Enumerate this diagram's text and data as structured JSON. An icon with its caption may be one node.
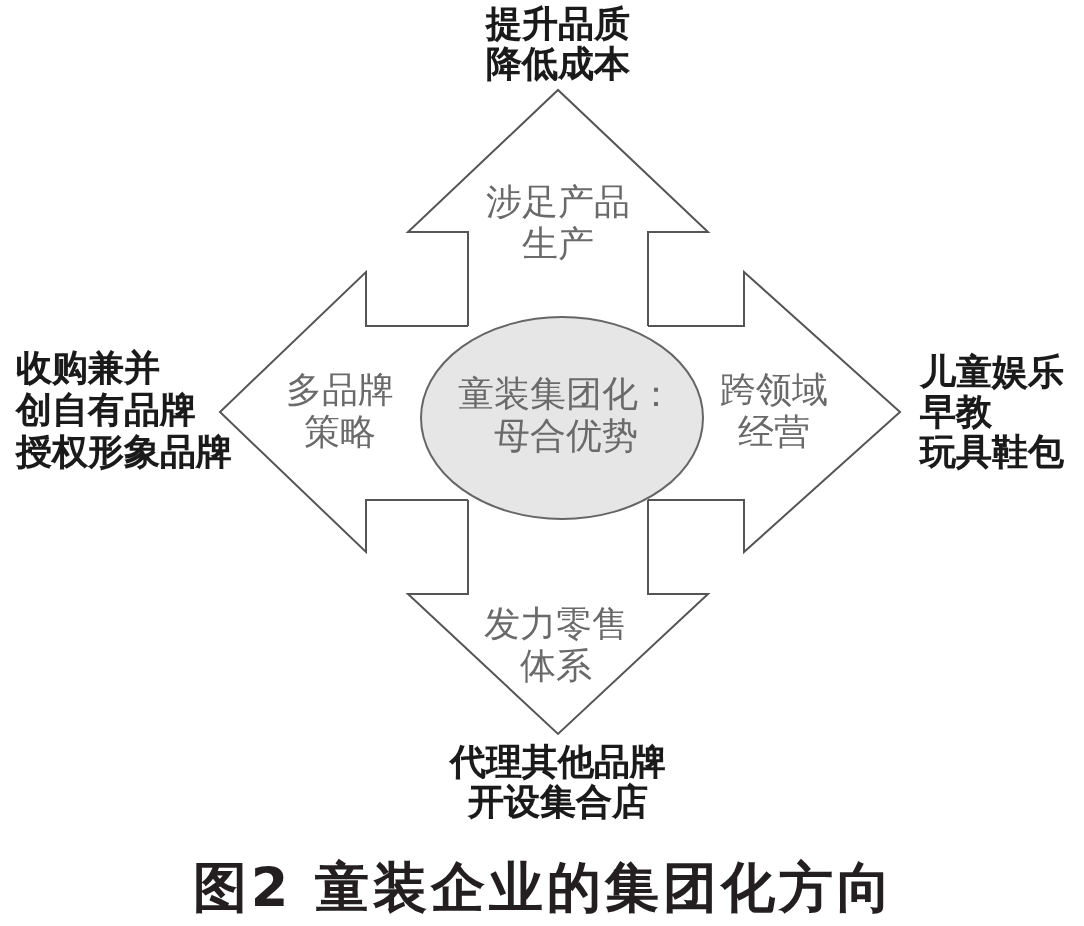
{
  "diagram": {
    "nodes": [
      {
        "text": [
          "涉足产品生产"
        ],
        "beside": [
          "提升品质",
          "降低成本"
        ]
      },
      {
        "text": [
          "多品牌策略"
        ],
        "beside": [
          "收购兼并",
          "创自有品牌",
          "授权形象品牌"
        ]
      },
      {
        "text": [
          "童装集团化：母合优势"
        ]
      },
      {
        "text": [
          "跨领域经营"
        ],
        "beside": [
          "儿童娱乐",
          "早教",
          "玩具鞋包"
        ]
      },
      {
        "text": [
          "发力零售体系"
        ],
        "beside": [
          "代理其他品牌",
          "开设集合店"
        ]
      }
    ],
    "caption": "图2 童装企业的集团化方向"
  }
}
